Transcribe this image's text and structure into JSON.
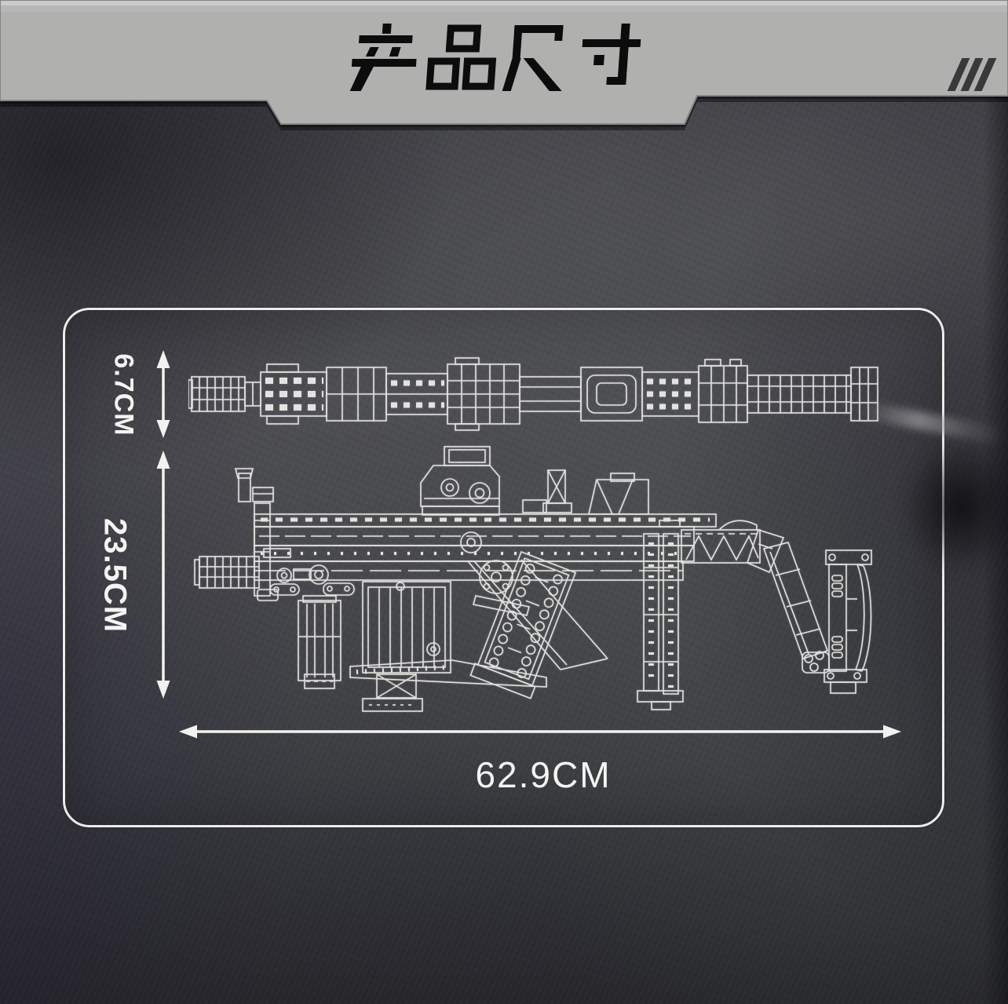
{
  "header": {
    "title": "产品尺寸",
    "hazard_marks": "III"
  },
  "dimensions": {
    "top_view_height": "6.7CM",
    "side_view_height": "23.5CM",
    "overall_length": "62.9CM"
  },
  "colors": {
    "banner": "#b0b0ae",
    "title_text": "#0c0c0c",
    "background_base": "#4b4c50",
    "panel_border": "#f2f2ef",
    "line_art": "#e9e9e6",
    "label_text": "#f4f4f2"
  }
}
